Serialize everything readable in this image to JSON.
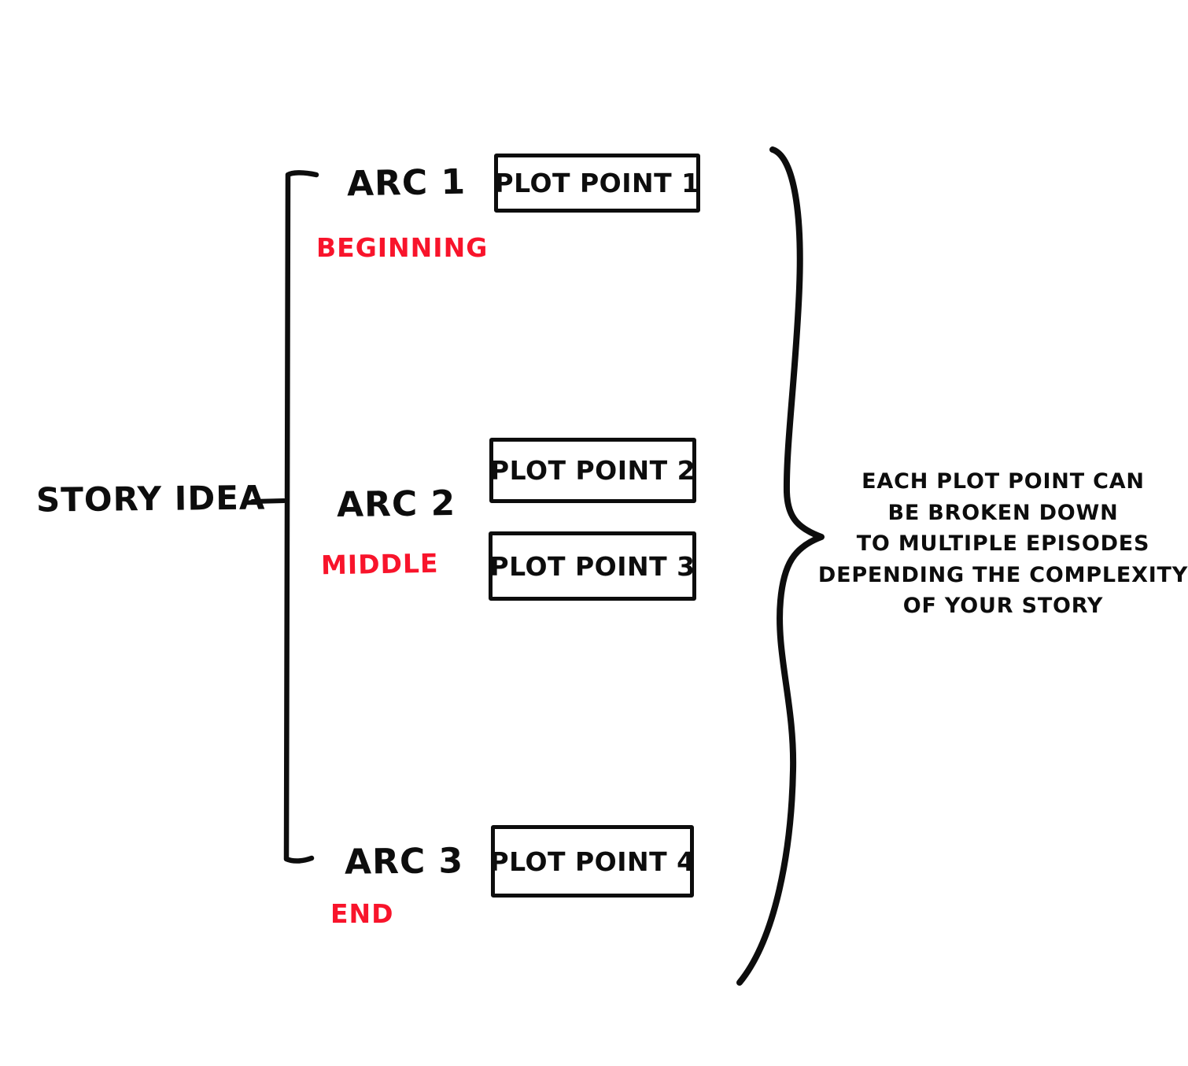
{
  "diagram": {
    "root": {
      "label": "STORY IDEA"
    },
    "arcs": [
      {
        "label": "ARC 1",
        "stage": "BEGINNING"
      },
      {
        "label": "ARC 2",
        "stage": "MIDDLE"
      },
      {
        "label": "ARC 3",
        "stage": "END"
      }
    ],
    "plot_points": [
      {
        "label": "PLOT POINT 1"
      },
      {
        "label": "PLOT POINT 2"
      },
      {
        "label": "PLOT POINT 3"
      },
      {
        "label": "PLOT POINT 4"
      }
    ],
    "annotation": {
      "lines": [
        "EACH PLOT POINT CAN",
        "BE BROKEN DOWN",
        "TO MULTIPLE EPISODES",
        "DEPENDING THE COMPLEXITY",
        "OF YOUR STORY"
      ]
    },
    "colors": {
      "ink": "#0d0d0d",
      "stage": "#f8142b",
      "background": "#ffffff"
    }
  }
}
